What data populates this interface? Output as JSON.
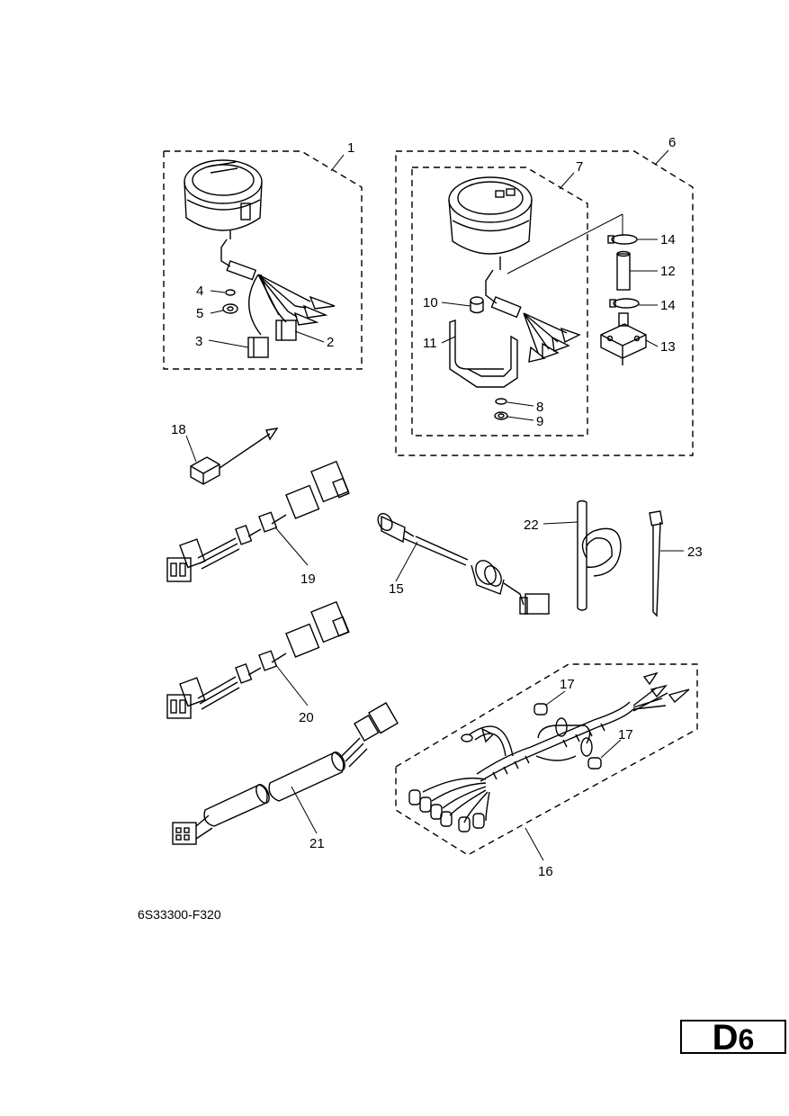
{
  "diagram": {
    "ref_code": "6S33300-F320",
    "page_letter": "D",
    "page_number": "6",
    "callouts": [
      "1",
      "2",
      "3",
      "4",
      "5",
      "6",
      "7",
      "8",
      "9",
      "10",
      "11",
      "12",
      "13",
      "14",
      "15",
      "16",
      "17",
      "18",
      "19",
      "20",
      "21",
      "22",
      "23"
    ]
  }
}
